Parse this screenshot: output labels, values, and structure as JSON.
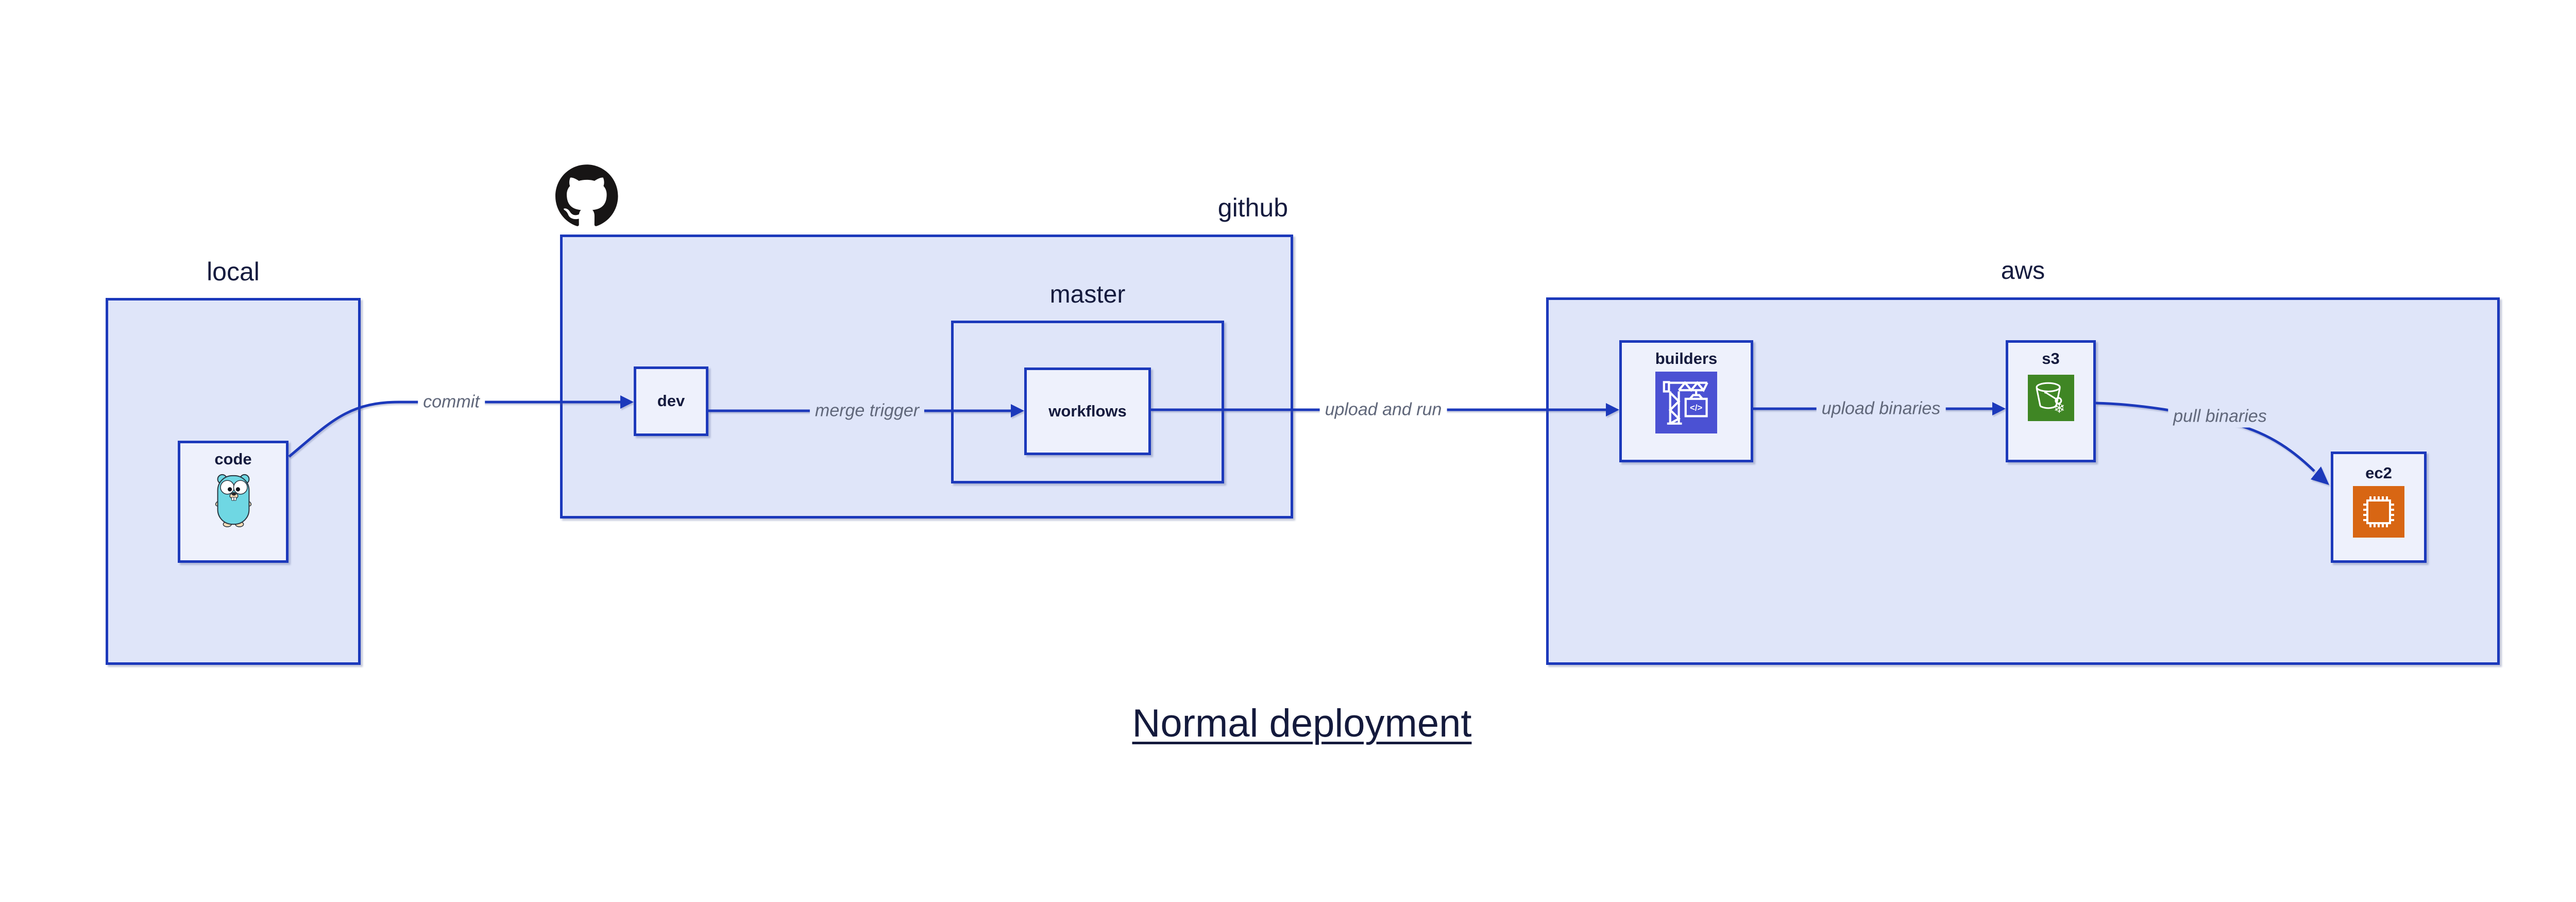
{
  "title": "Normal deployment",
  "colors": {
    "line_blue": "#1c39bb",
    "container_fill": "#dfe5f9",
    "master_fill": "#e8ecfb",
    "node_fill": "#eef1fc",
    "text_navy": "#151b3e",
    "edge_label_gray": "#60677a",
    "builders_icon_bg": "#4b51d3",
    "s3_icon_bg": "#3f8624",
    "ec2_icon_bg": "#d86613",
    "github_logo_black": "#171515"
  },
  "groups": {
    "local": {
      "label": "local"
    },
    "github": {
      "label": "github",
      "logo_icon": "github-octocat-logo"
    },
    "master": {
      "label": "master"
    },
    "aws": {
      "label": "aws"
    }
  },
  "nodes": {
    "code": {
      "label": "code",
      "icon": "go-gopher-mascot"
    },
    "dev": {
      "label": "dev"
    },
    "workflows": {
      "label": "workflows"
    },
    "builders": {
      "label": "builders",
      "icon": "aws-codebuild-crane",
      "icon_text": "</>"
    },
    "s3": {
      "label": "s3",
      "icon": "aws-s3-glacier-bucket",
      "icon_snowflake": "❄"
    },
    "ec2": {
      "label": "ec2",
      "icon": "aws-ec2-chip"
    }
  },
  "edges": [
    {
      "from": "code",
      "to": "dev",
      "label": "commit"
    },
    {
      "from": "dev",
      "to": "workflows",
      "label": "merge trigger"
    },
    {
      "from": "workflows",
      "to": "builders",
      "label": "upload and run"
    },
    {
      "from": "builders",
      "to": "s3",
      "label": "upload binaries"
    },
    {
      "from": "s3",
      "to": "ec2",
      "label": "pull binaries"
    }
  ]
}
